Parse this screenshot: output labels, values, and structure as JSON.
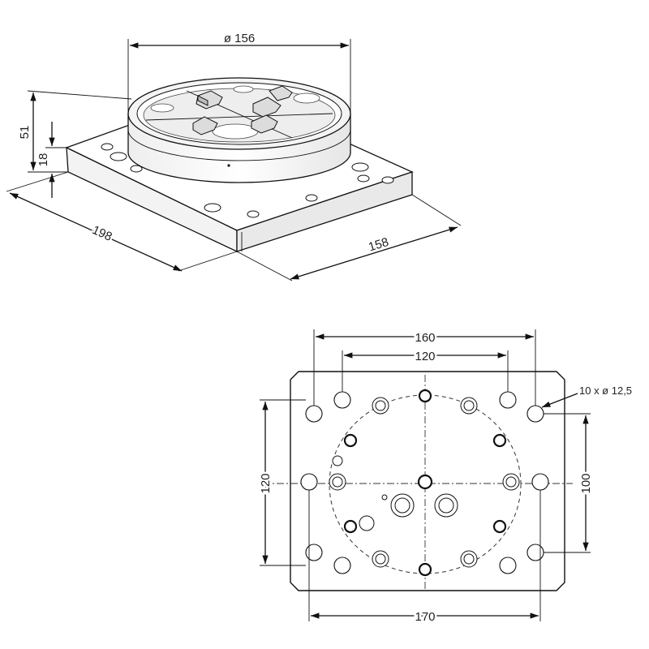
{
  "iso_view": {
    "dims": {
      "diameter": "ø 156",
      "height_total": "51",
      "height_base": "18",
      "length": "198",
      "width": "158"
    }
  },
  "plan_view": {
    "dims": {
      "width_outer_holes": "160",
      "width_inner_holes": "120",
      "height_left": "120",
      "height_right": "100",
      "width_bottom": "170"
    },
    "hole_note": "10 x ø 12,5"
  }
}
